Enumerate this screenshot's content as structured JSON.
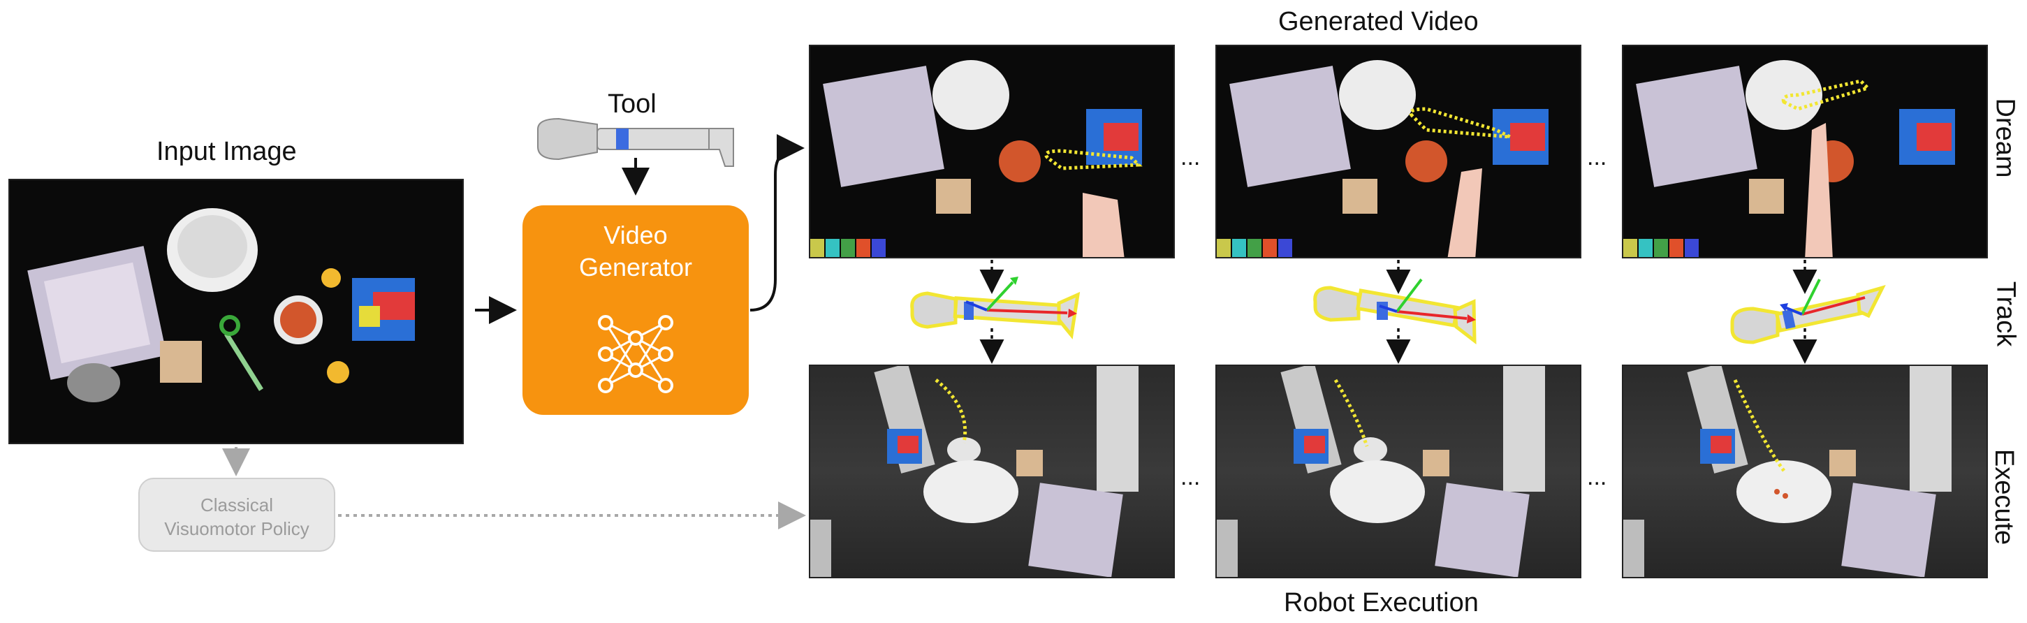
{
  "input_image": {
    "title": "Input Image"
  },
  "tool": {
    "title": "Tool"
  },
  "generator": {
    "line1": "Video",
    "line2": "Generator"
  },
  "policy": {
    "line1": "Classical",
    "line2": "Visuomotor Policy"
  },
  "generated_video": {
    "title": "Generated Video"
  },
  "robot_execution": {
    "title": "Robot Execution"
  },
  "rows": {
    "dream": "Dream",
    "track": "Track",
    "execute": "Execute"
  },
  "ellipsis": "...",
  "colors": {
    "generator": "#f7930f",
    "outline": "#f2e632",
    "axis_x": "#e8262a",
    "axis_y": "#2fd12f",
    "axis_z": "#1d3fe0",
    "tool_band": "#3b6be0"
  }
}
